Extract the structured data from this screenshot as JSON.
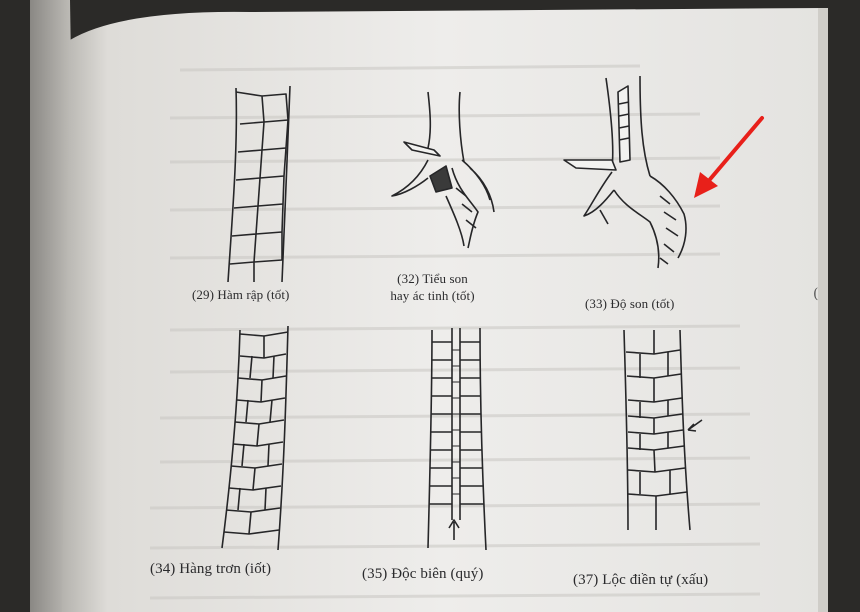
{
  "figures": {
    "fig29": {
      "caption": "(29) Hàm rập (tốt)"
    },
    "fig32": {
      "caption_line1": "(32) Tiểu son",
      "caption_line2": "hay ác tinh (tốt)"
    },
    "fig33": {
      "caption": "(33) Độ son (tốt)"
    },
    "fig34": {
      "caption": "(34) Hàng trơn (iốt)"
    },
    "fig35": {
      "caption": "(35) Độc biên (quý)"
    },
    "fig37": {
      "caption": "(37) Lộc điền tự (xấu)"
    }
  },
  "annotation": {
    "arrow_color": "#e8201a",
    "icon": "red-arrow-icon"
  },
  "colors": {
    "page": "#ecebe9",
    "shadow": "#3a3834",
    "ink": "#2a2a2c",
    "dark_border": "#232323"
  }
}
